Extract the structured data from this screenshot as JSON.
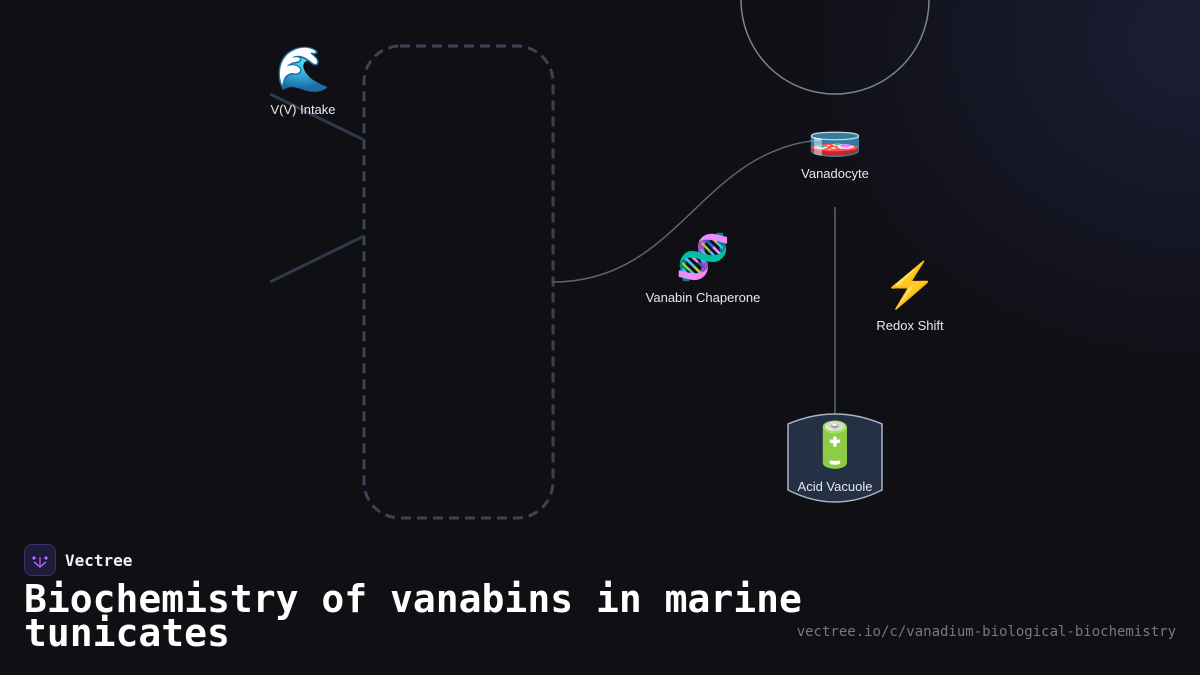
{
  "diagram": {
    "nodes": [
      {
        "id": "intake",
        "icon": "wave-icon",
        "emoji": "🌊",
        "label": "V(V) Intake"
      },
      {
        "id": "vanadocyte",
        "icon": "petri-dish-icon",
        "emoji": "🧫",
        "label": "Vanadocyte"
      },
      {
        "id": "chaperone",
        "icon": "dna-icon",
        "emoji": "🧬",
        "label": "Vanabin Chaperone"
      },
      {
        "id": "redox",
        "icon": "lightning-icon",
        "emoji": "⚡",
        "label": "Redox Shift"
      },
      {
        "id": "vacuole",
        "icon": "battery-icon",
        "emoji": "🔋",
        "label": "Acid Vacuole"
      }
    ]
  },
  "footer": {
    "brand": "Vectree",
    "title": "Biochemistry of vanabins in marine tunicates",
    "url": "vectree.io/c/vanadium-biological-biochemistry"
  },
  "colors": {
    "background": "#0f0f14",
    "connector": "#5a6478",
    "dashed_box": "#3a4458",
    "vacuole_fill": "#243044"
  }
}
